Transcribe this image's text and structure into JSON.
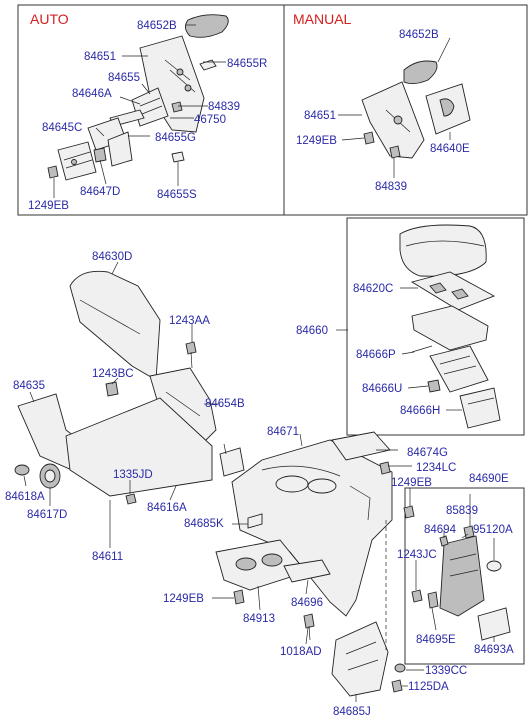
{
  "panels": {
    "auto_title": "AUTO",
    "manual_title": "MANUAL"
  },
  "labels": {
    "p84652B_auto": "84652B",
    "p84651_auto": "84651",
    "p84655R": "84655R",
    "p84655": "84655",
    "p84646A": "84646A",
    "p84839_auto": "84839",
    "p46750": "46750",
    "p84645C": "84645C",
    "p84655G": "84655G",
    "p84647D": "84647D",
    "p1249EB_auto": "1249EB",
    "p84655S": "84655S",
    "p84652B_man": "84652B",
    "p84651_man": "84651",
    "p1249EB_man": "1249EB",
    "p84640E": "84640E",
    "p84839_man": "84839",
    "p84630D": "84630D",
    "p84620C": "84620C",
    "p84660": "84660",
    "p84666P": "84666P",
    "p84666U": "84666U",
    "p84666H": "84666H",
    "p1243AA": "1243AA",
    "p1243BC": "1243BC",
    "p84635": "84635",
    "p84654B": "84654B",
    "p84671": "84671",
    "p84674G": "84674G",
    "p1234LC": "1234LC",
    "p84690E": "84690E",
    "p1249EB_main": "1249EB",
    "p85839": "85839",
    "p84694": "84694",
    "p95120A": "95120A",
    "p1243JC": "1243JC",
    "p84695E": "84695E",
    "p84693A": "84693A",
    "p1335JD": "1335JD",
    "p84618A": "84618A",
    "p84617D": "84617D",
    "p84616A": "84616A",
    "p84611": "84611",
    "p84685K": "84685K",
    "p1249EB_low": "1249EB",
    "p84913": "84913",
    "p84696": "84696",
    "p1018AD": "1018AD",
    "p1339CC": "1339CC",
    "p1125DA": "1125DA",
    "p84685J": "84685J"
  }
}
